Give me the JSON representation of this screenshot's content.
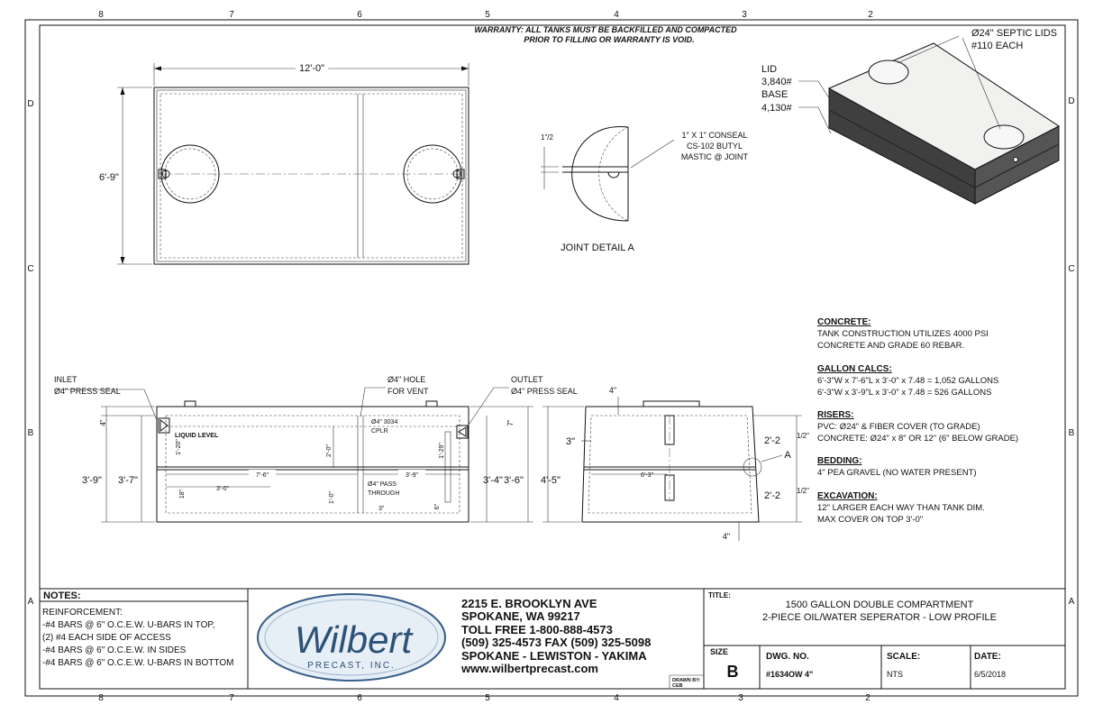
{
  "border": {
    "top_cols": [
      "8",
      "7",
      "6",
      "5",
      "4",
      "3",
      "2"
    ],
    "bottom_cols": [
      "8",
      "7",
      "6",
      "5",
      "4",
      "3",
      "2"
    ],
    "rows": [
      "D",
      "C",
      "B",
      "A"
    ]
  },
  "warranty": {
    "line1": "WARRANTY: ALL TANKS MUST BE BACKFILLED AND COMPACTED",
    "line2": "PRIOR TO FILLING OR WARRANTY IS VOID."
  },
  "plan_view": {
    "length": "12'-0\"",
    "width": "6'-9\""
  },
  "joint_detail": {
    "label": "JOINT DETAIL A",
    "dim": "1\"/2",
    "note1": "1\" X 1\" CONSEAL",
    "note2": "CS-102 BUTYL",
    "note3": "MASTIC @ JOINT"
  },
  "iso_view": {
    "lids_line1": "Ø24\" SEPTIC LIDS",
    "lids_line2": "#110 EACH",
    "lid_label": "LID",
    "lid_weight": "3,840#",
    "base_label": "BASE",
    "base_weight": "4,130#"
  },
  "section_view": {
    "inlet1": "INLET",
    "inlet2": "Ø4\" PRESS SEAL",
    "vent1": "Ø4\" HOLE",
    "vent2": "FOR VENT",
    "outlet1": "OUTLET",
    "outlet2": "Ø4\" PRESS SEAL",
    "liquid_level": "LIQUID LEVEL",
    "cplr1": "Ø4\" 3034",
    "cplr2": "CPLR",
    "pass1": "Ø4\" PASS",
    "pass2": "THROUGH",
    "d_4": "4\"",
    "d_7": "7\"",
    "d_1_20": "1'-20\"",
    "d_1_29": "1'-29\"",
    "d_2_0": "2'-0\"",
    "d_7_6": "7'-6\"",
    "d_3_9": "3'-9\"",
    "d_3_0": "3'-0\"",
    "d_18": "18\"",
    "d_1_0": "1'-0\"",
    "d_3in": "3\"",
    "d_6": "6\"",
    "left_outer": "3'-9\"",
    "left_inner": "3'-7\"",
    "right_inner": "3'-4\"",
    "right_outer": "3'-6\""
  },
  "end_view": {
    "top": "4\"",
    "side": "3\"",
    "height": "4'-5\"",
    "inner": "6'-3\"",
    "upper": "2'-2",
    "lower": "2'-2",
    "frac": "1/2\"",
    "bottom": "4\"",
    "detail": "A"
  },
  "notes_spec": {
    "concrete_h": "CONCRETE:",
    "concrete_1": "TANK CONSTRUCTION UTILIZES 4000 PSI",
    "concrete_2": "CONCRETE AND GRADE 60 REBAR.",
    "gallon_h": "GALLON CALCS:",
    "gallon_1": "6'-3\"W x 7'-6\"L x 3'-0\" x 7.48 = 1,052 GALLONS",
    "gallon_2": "6'-3\"W x 3'-9\"L x 3'-0\" x 7.48 = 526 GALLONS",
    "risers_h": "RISERS:",
    "risers_1": "PVC: Ø24\" & FIBER COVER (TO GRADE)",
    "risers_2": "CONCRETE: Ø24\" x 8\" OR 12\" (6\" BELOW GRADE)",
    "bedding_h": "BEDDING:",
    "bedding_1": "4\" PEA GRAVEL (NO WATER PRESENT)",
    "excav_h": "EXCAVATION:",
    "excav_1": "12\" LARGER EACH WAY THAN TANK DIM.",
    "excav_2": "MAX COVER ON TOP 3'-0\""
  },
  "notes": {
    "title": "NOTES:",
    "lines": [
      "REINFORCEMENT:",
      "-#4 BARS @ 6\" O.C.E.W. U-BARS IN TOP,",
      "(2) #4 EACH SIDE OF ACCESS",
      "-#4 BARS @ 6\" O.C.E.W. IN SIDES",
      "-#4 BARS @ 6\" O.C.E.W. U-BARS IN BOTTOM"
    ]
  },
  "logo": {
    "name": "Wilbert",
    "sub": "PRECAST, INC."
  },
  "company": {
    "lines": [
      "2215 E. BROOKLYN AVE",
      "SPOKANE, WA 99217",
      "TOLL FREE 1-800-888-4573",
      "(509) 325-4573     FAX (509) 325-5098",
      "SPOKANE - LEWISTON - YAKIMA",
      "www.wilbertprecast.com"
    ],
    "drawn_by_label": "DRAWN BY:",
    "drawn_by": "CEB"
  },
  "title_block": {
    "title_label": "TITLE:",
    "title_1": "1500 GALLON DOUBLE COMPARTMENT",
    "title_2": "2-PIECE OIL/WATER SEPERATOR - LOW PROFILE",
    "size_label": "SIZE",
    "size": "B",
    "dwg_label": "DWG.  NO.",
    "dwg": "#1634OW 4\"",
    "scale_label": "SCALE:",
    "scale": "NTS",
    "date_label": "DATE:",
    "date": "6/5/2018"
  }
}
